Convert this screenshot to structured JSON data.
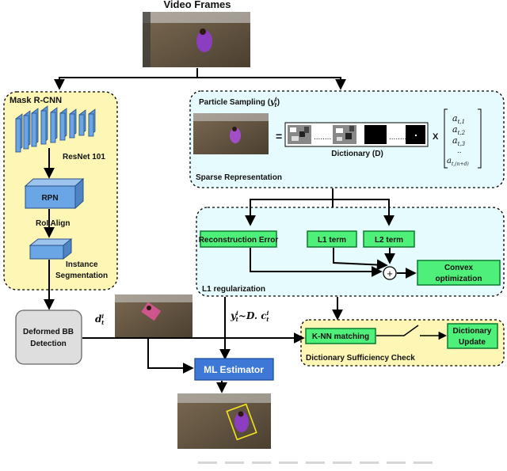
{
  "title": "Video Frames",
  "mask_rcnn": {
    "title": "Mask R-CNN",
    "backbone": "ResNet 101",
    "rpn": "RPN",
    "roi_align": "RoI Align",
    "instance_seg_line1": "Instance",
    "instance_seg_line2": "Segmentation"
  },
  "sparse": {
    "particle_sampling": "Particle Sampling (",
    "particle_symbol": "y",
    "particle_sup": "i",
    "particle_sub": "t",
    "equals": "=",
    "dots": "........",
    "dictionary": "Dictionary (D)",
    "times": "X",
    "vector": [
      "a",
      "a",
      "a",
      "..",
      "a"
    ],
    "vector_sub": [
      "t,1",
      "t,2",
      "t,3",
      "",
      "t,(n+d)"
    ],
    "representation": "Sparse Representation"
  },
  "l1": {
    "reconstruction_error": "Reconstruction Error",
    "l1_term": "L1 term",
    "l2_term": "L2 term",
    "convex_line1": "Convex",
    "convex_line2": "optimization",
    "plus": "+",
    "label": "L1 regularization"
  },
  "deformed_bb": {
    "line1": "Deformed BB",
    "line2": "Detection"
  },
  "d_label": "d",
  "d_sup": "i",
  "d_sub": "t",
  "equation": "y",
  "equation_rest": "~D. c",
  "ml_estimator": "ML Estimator",
  "dictionary_check": {
    "knn": "K-NN matching",
    "update_line1": "Dictionary",
    "update_line2": "Update",
    "label": "Dictionary Sufficiency Check"
  },
  "colors": {
    "yellow_panel": "#fef6b4",
    "cyan_panel": "#e6fbfe",
    "green_box": "#4ff07a",
    "green_border": "#0b7a2f",
    "blue_layer": "#6aa6e6",
    "ml_blue": "#3d78d6"
  }
}
